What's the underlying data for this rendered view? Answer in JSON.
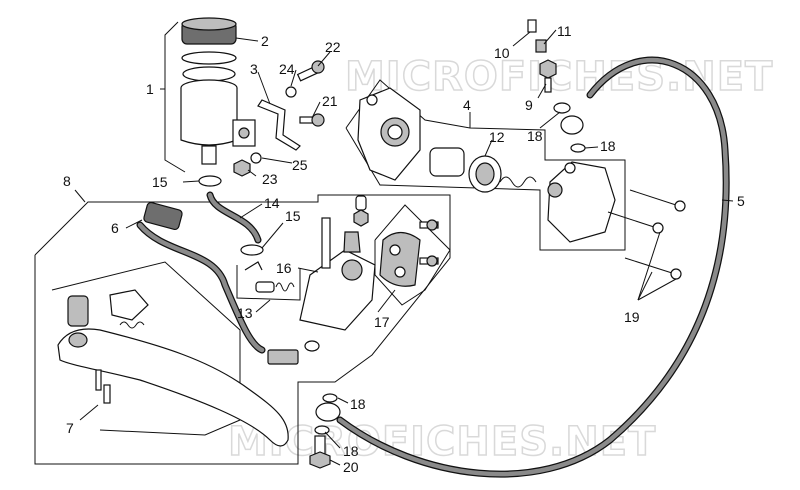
{
  "watermarks": [
    "MICROFICHES.NET",
    "MICROFICHES.NET"
  ],
  "callouts": [
    {
      "id": "1",
      "text": "1"
    },
    {
      "id": "2",
      "text": "2"
    },
    {
      "id": "3",
      "text": "3"
    },
    {
      "id": "4",
      "text": "4"
    },
    {
      "id": "5",
      "text": "5"
    },
    {
      "id": "6",
      "text": "6"
    },
    {
      "id": "7",
      "text": "7"
    },
    {
      "id": "8",
      "text": "8"
    },
    {
      "id": "9",
      "text": "9"
    },
    {
      "id": "10",
      "text": "10"
    },
    {
      "id": "11",
      "text": "11"
    },
    {
      "id": "12",
      "text": "12"
    },
    {
      "id": "13",
      "text": "13"
    },
    {
      "id": "14",
      "text": "14"
    },
    {
      "id": "15a",
      "text": "15"
    },
    {
      "id": "15b",
      "text": "15"
    },
    {
      "id": "16",
      "text": "16"
    },
    {
      "id": "17",
      "text": "17"
    },
    {
      "id": "18a",
      "text": "18"
    },
    {
      "id": "18b",
      "text": "18"
    },
    {
      "id": "18c",
      "text": "18"
    },
    {
      "id": "18d",
      "text": "18"
    },
    {
      "id": "19",
      "text": "19"
    },
    {
      "id": "20",
      "text": "20"
    },
    {
      "id": "21",
      "text": "21"
    },
    {
      "id": "22",
      "text": "22"
    },
    {
      "id": "23",
      "text": "23"
    },
    {
      "id": "24",
      "text": "24"
    },
    {
      "id": "25",
      "text": "25"
    }
  ]
}
